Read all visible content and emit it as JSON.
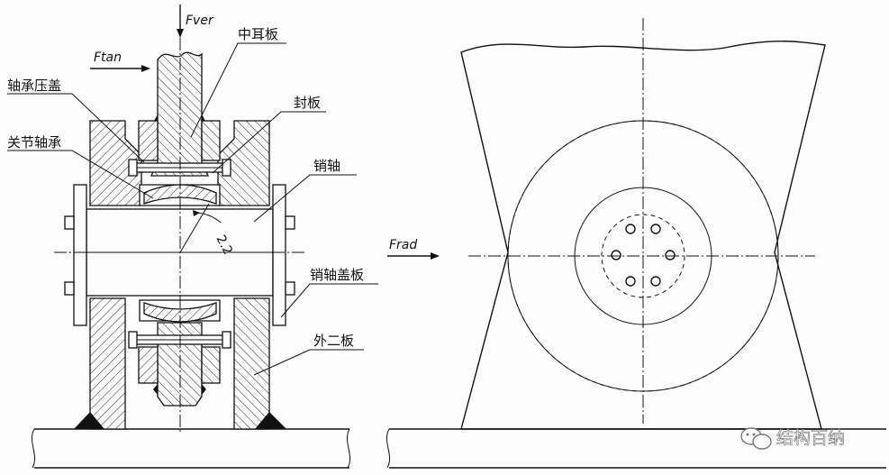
{
  "left_view": {
    "forces": {
      "vertical": "Fver",
      "tangential": "Ftan"
    },
    "labels": {
      "middle_lug_plate": "中耳板",
      "bearing_gland": "轴承压盖",
      "seal_plate": "封板",
      "spherical_bearing": "关节轴承",
      "pin_shaft": "销轴",
      "pin_cover_plate": "销轴盖板",
      "outer_plates": "外二板"
    },
    "angle": "2.2"
  },
  "right_view": {
    "forces": {
      "radial": "Frad"
    }
  },
  "watermark": {
    "text": "结构百纳",
    "icon": "wechat-icon"
  }
}
